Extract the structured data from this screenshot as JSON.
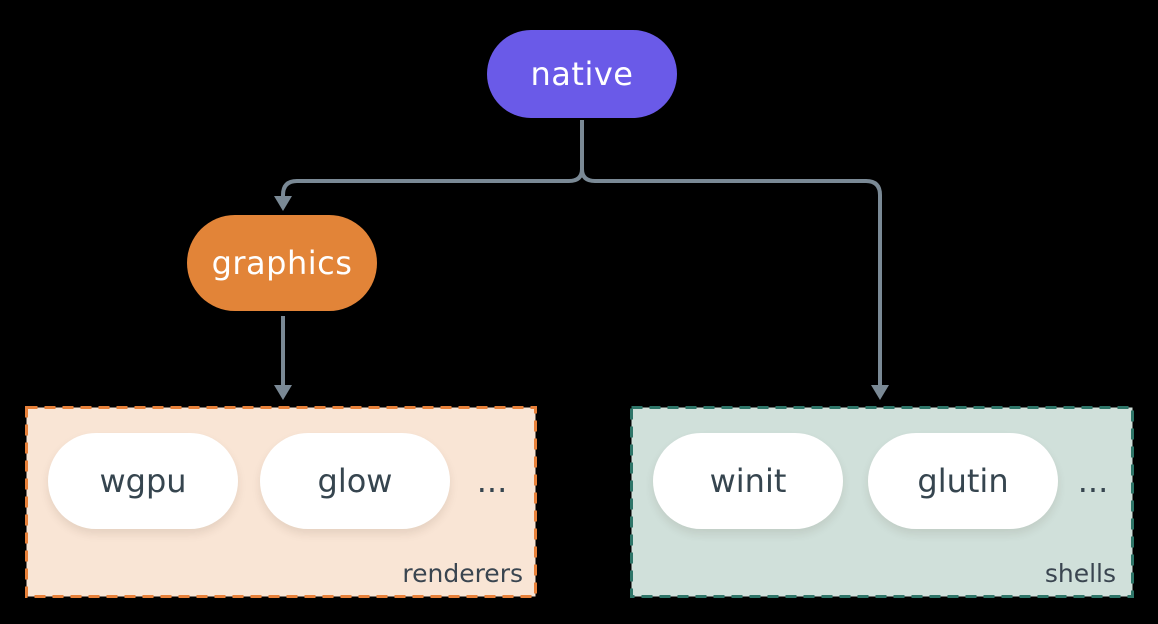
{
  "nodes": {
    "native": {
      "label": "native"
    },
    "graphics": {
      "label": "graphics"
    }
  },
  "groups": {
    "renderers": {
      "label": "renderers",
      "items": [
        {
          "label": "wgpu"
        },
        {
          "label": "glow"
        }
      ],
      "more": "..."
    },
    "shells": {
      "label": "shells",
      "items": [
        {
          "label": "winit"
        },
        {
          "label": "glutin"
        }
      ],
      "more": "..."
    }
  },
  "theme": {
    "background": "#000000",
    "node-purple": "#6A5AE8",
    "node-orange": "#E28438",
    "node-text": "#FFFFFF",
    "connector": "#7A8995",
    "renderers-fill": "#F9E5D5",
    "renderers-border": "#E8813A",
    "shells-fill": "#D0E0DA",
    "shells-border": "#2E7568",
    "pill-fill": "#FFFFFF",
    "pill-text": "#36454F",
    "label-text": "#3A4550"
  }
}
